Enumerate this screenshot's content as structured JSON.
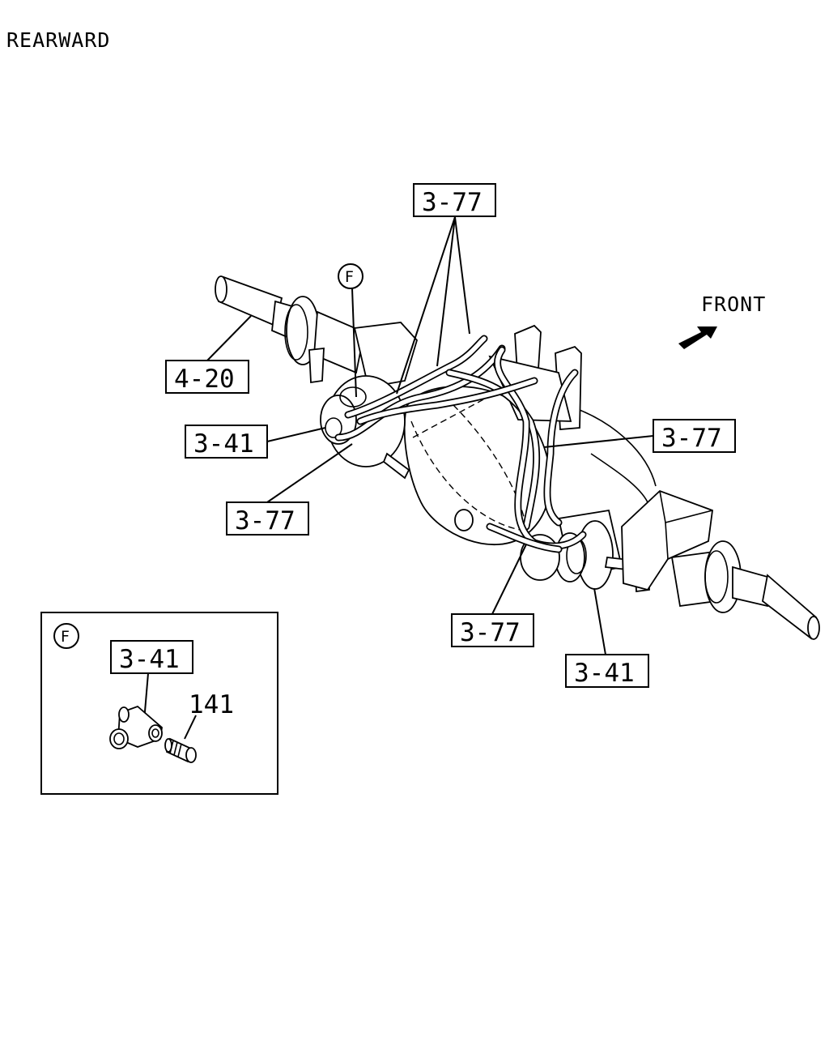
{
  "heading": "REARWARD",
  "direction": {
    "label": "FRONT",
    "arrow_icon": "arrow-icon"
  },
  "callouts": {
    "c1": "3-77",
    "c2": "4-20",
    "c3": "3-41",
    "c4": "3-77",
    "c5": "3-77",
    "c6": "3-77",
    "c7": "3-41"
  },
  "detail_marker": "F",
  "detail_box": {
    "marker": "F",
    "part_box": "3-41",
    "part_plain": "141"
  }
}
